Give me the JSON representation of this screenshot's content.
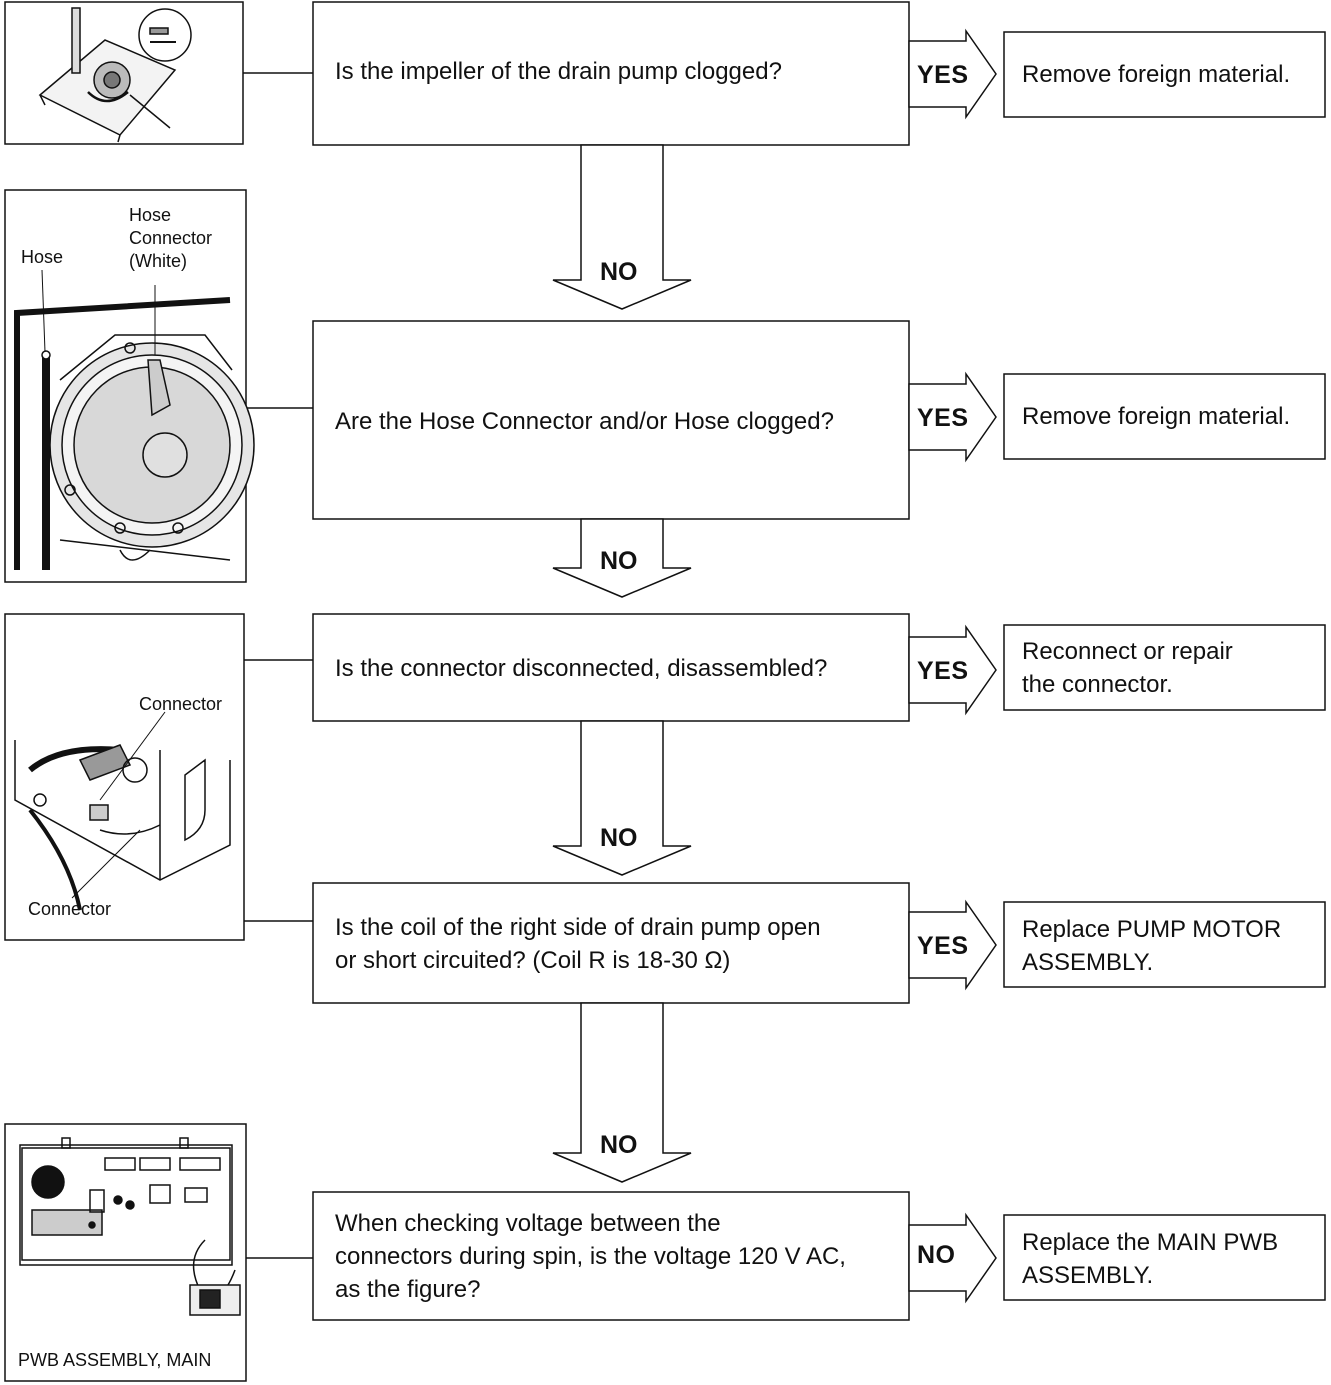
{
  "steps": [
    {
      "question": "Is the impeller of the drain pump clogged?",
      "yes_label": "YES",
      "action": "Remove foreign material.",
      "no_label": "NO"
    },
    {
      "question": "Are the Hose Connector and/or Hose clogged?",
      "yes_label": "YES",
      "action": "Remove foreign material.",
      "no_label": "NO"
    },
    {
      "question": "Is the connector disconnected, disassembled?",
      "yes_label": "YES",
      "action_line1": "Reconnect or repair",
      "action_line2": "the connector.",
      "no_label": "NO"
    },
    {
      "question_line1": "Is the coil of the right side of drain pump open",
      "question_line2": "or short circuited? (Coil R is 18-30 Ω)",
      "yes_label": "YES",
      "action_line1": "Replace PUMP MOTOR",
      "action_line2": "ASSEMBLY.",
      "no_label": "NO"
    },
    {
      "question_line1": "When checking voltage between the",
      "question_line2": "connectors during spin, is the voltage 120 V AC,",
      "question_line3": "as the figure?",
      "branch_label": "NO",
      "action_line1": "Replace the MAIN PWB",
      "action_line2": "ASSEMBLY."
    }
  ],
  "figures": {
    "hose_label": "Hose",
    "hose_connector_line1": "Hose",
    "hose_connector_line2": "Connector",
    "hose_connector_line3": "(White)",
    "connector_top": "Connector",
    "connector_bottom": "Connector",
    "pwb_caption": "PWB ASSEMBLY, MAIN"
  }
}
